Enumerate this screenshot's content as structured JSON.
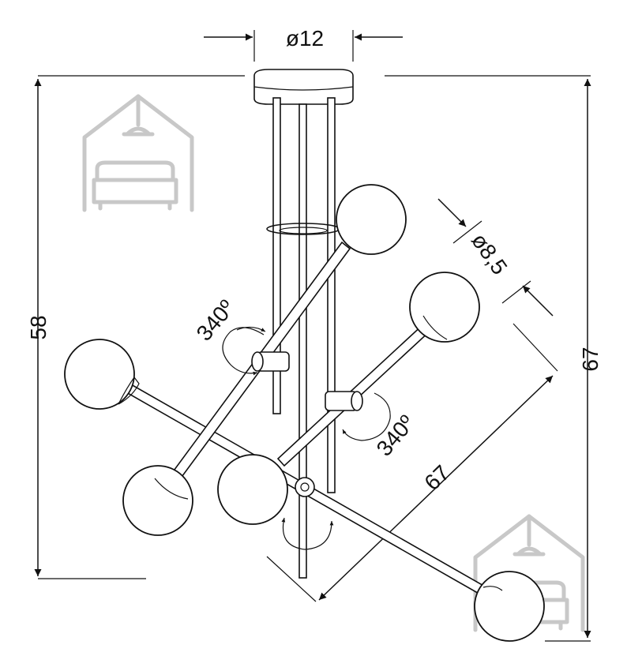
{
  "dimensions": {
    "canopy_diameter": "ø12",
    "globe_diameter": "ø8,5",
    "height_left": "58",
    "height_right": "67",
    "arm_length": "67",
    "rotation_upper": "340º",
    "rotation_lower": "340º"
  },
  "colors": {
    "line": "#111111",
    "watermark": "#c8c8c8"
  },
  "icons": {
    "watermark": "house-with-lamp-and-sofa-icon"
  }
}
